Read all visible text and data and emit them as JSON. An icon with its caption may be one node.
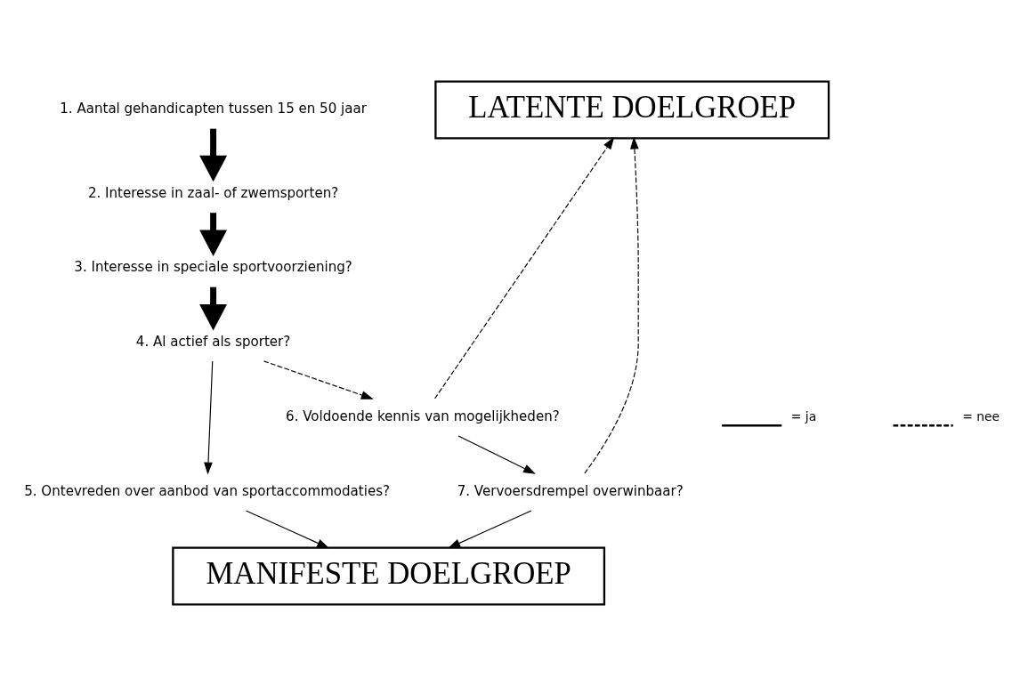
{
  "diagram": {
    "nodes": [
      {
        "text": [
          "1. Aantal gehandicapten tussen 15 en 50 jaar"
        ]
      },
      {
        "text": [
          "2. Interesse in zaal- of zwemsporten?"
        ]
      },
      {
        "text": [
          "3. Interesse in speciale sportvoorziening?"
        ]
      },
      {
        "text": [
          "4. Al actief als sporter?"
        ]
      },
      {
        "text": [
          "5. Ontevreden over aanbod van sportaccommodaties?"
        ]
      },
      {
        "text": [
          "6. Voldoende kennis van mogelijkheden?"
        ]
      },
      {
        "text": [
          "7. Vervoersdrempel overwinbaar?"
        ]
      },
      {
        "text": [
          "LATENTE DOELGROEP"
        ]
      },
      {
        "text": [
          "MANIFESTE DOELGROEP"
        ]
      }
    ],
    "edges": [
      {
        "from": 0,
        "to": 1,
        "arrow": "to",
        "style": "thick"
      },
      {
        "from": 1,
        "to": 2,
        "arrow": "to",
        "style": "thick"
      },
      {
        "from": 2,
        "to": 3,
        "arrow": "to",
        "style": "thick"
      },
      {
        "from": 3,
        "to": 4,
        "arrow": "to"
      },
      {
        "from": 3,
        "to": 5,
        "arrow": "to",
        "style": "dashed"
      },
      {
        "from": 5,
        "to": 6,
        "arrow": "to"
      },
      {
        "from": 5,
        "to": 7,
        "arrow": "to",
        "style": "dashed"
      },
      {
        "from": 6,
        "to": 7,
        "arrow": "to",
        "style": "dashed"
      },
      {
        "from": 4,
        "to": 8,
        "arrow": "to"
      },
      {
        "from": 6,
        "to": 8,
        "arrow": "to"
      }
    ],
    "legend": [
      {
        "text": "= ja"
      },
      {
        "text": "= nee"
      }
    ]
  }
}
